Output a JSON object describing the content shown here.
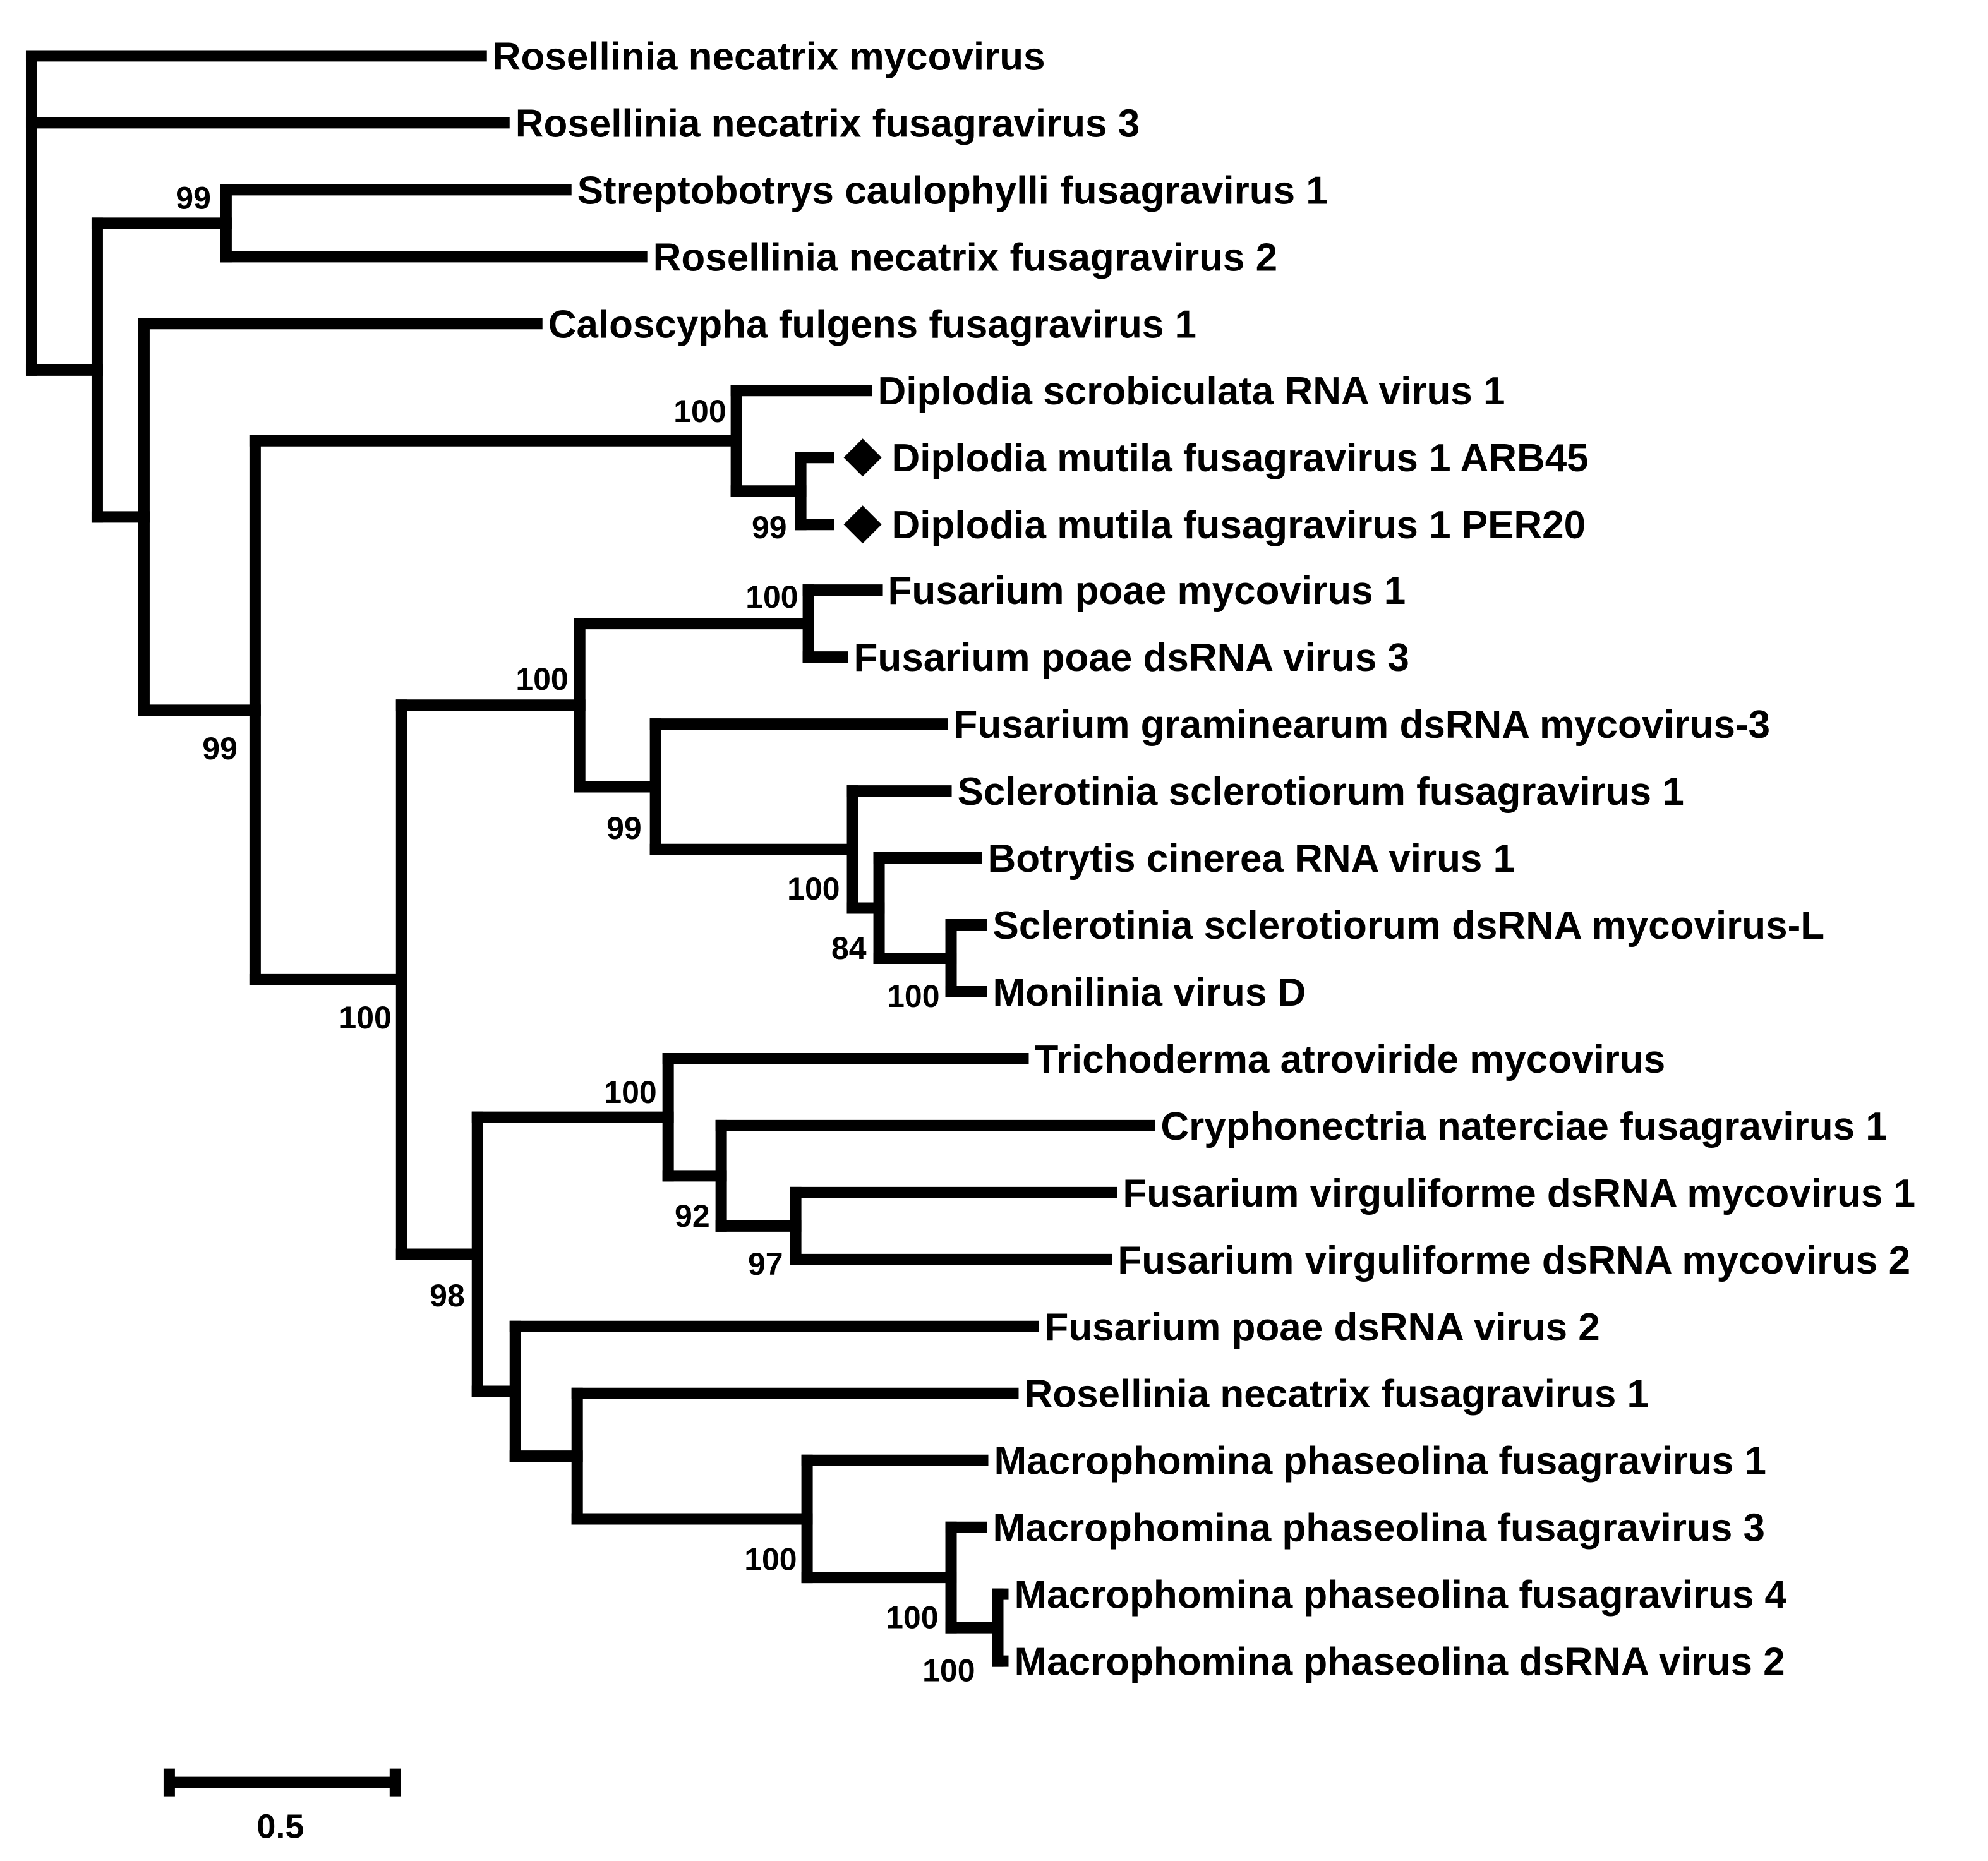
{
  "tree": {
    "marker_color": "#000000",
    "taxa": [
      {
        "id": "t1",
        "label": "Rosellinia necatrix mycovirus",
        "marked": false
      },
      {
        "id": "t2",
        "label": "Rosellinia necatrix fusagravirus 3",
        "marked": false
      },
      {
        "id": "t3",
        "label": "Streptobotrys caulophylli fusagravirus 1",
        "marked": false
      },
      {
        "id": "t4",
        "label": "Rosellinia necatrix fusagravirus 2",
        "marked": false
      },
      {
        "id": "t5",
        "label": "Caloscypha fulgens fusagravirus 1",
        "marked": false
      },
      {
        "id": "t6",
        "label": "Diplodia scrobiculata RNA virus 1",
        "marked": false
      },
      {
        "id": "t7",
        "label": "Diplodia mutila fusagravirus 1 ARB45",
        "marked": true
      },
      {
        "id": "t8",
        "label": "Diplodia mutila fusagravirus 1 PER20",
        "marked": true
      },
      {
        "id": "t9",
        "label": "Fusarium poae mycovirus 1",
        "marked": false
      },
      {
        "id": "t10",
        "label": "Fusarium poae dsRNA virus 3",
        "marked": false
      },
      {
        "id": "t11",
        "label": "Fusarium graminearum dsRNA mycovirus-3",
        "marked": false
      },
      {
        "id": "t12",
        "label": "Sclerotinia sclerotiorum fusagravirus 1",
        "marked": false
      },
      {
        "id": "t13",
        "label": "Botrytis cinerea RNA virus 1",
        "marked": false
      },
      {
        "id": "t14",
        "label": "Sclerotinia sclerotiorum dsRNA mycovirus-L",
        "marked": false
      },
      {
        "id": "t15",
        "label": "Monilinia virus D",
        "marked": false
      },
      {
        "id": "t16",
        "label": "Trichoderma atroviride mycovirus",
        "marked": false
      },
      {
        "id": "t17",
        "label": "Cryphonectria naterciae fusagravirus 1",
        "marked": false
      },
      {
        "id": "t18",
        "label": "Fusarium virguliforme dsRNA mycovirus 1",
        "marked": false
      },
      {
        "id": "t19",
        "label": "Fusarium virguliforme dsRNA mycovirus 2",
        "marked": false
      },
      {
        "id": "t20",
        "label": "Fusarium poae dsRNA virus 2",
        "marked": false
      },
      {
        "id": "t21",
        "label": "Rosellinia necatrix fusagravirus 1",
        "marked": false
      },
      {
        "id": "t22",
        "label": "Macrophomina phaseolina fusagravirus 1",
        "marked": false
      },
      {
        "id": "t23",
        "label": "Macrophomina phaseolina fusagravirus 3",
        "marked": false
      },
      {
        "id": "t24",
        "label": "Macrophomina phaseolina fusagravirus 4",
        "marked": false
      },
      {
        "id": "t25",
        "label": "Macrophomina phaseolina dsRNA virus 2",
        "marked": false
      }
    ],
    "clades": [
      {
        "id": "c_root",
        "support": ""
      },
      {
        "id": "c_strepto",
        "support": "99"
      },
      {
        "id": "c_big",
        "support": ""
      },
      {
        "id": "c_calo",
        "support": "99"
      },
      {
        "id": "c_main",
        "support": ""
      },
      {
        "id": "c_dip",
        "support": "100"
      },
      {
        "id": "c_dipmut",
        "support": "99"
      },
      {
        "id": "c_A",
        "support": "100"
      },
      {
        "id": "c_fpoae",
        "support": "100"
      },
      {
        "id": "c_fusclade",
        "support": "100"
      },
      {
        "id": "c_fgram",
        "support": "99"
      },
      {
        "id": "c_scler",
        "support": "100"
      },
      {
        "id": "c_botry",
        "support": "84"
      },
      {
        "id": "c_monil",
        "support": "100"
      },
      {
        "id": "c_trich",
        "support": "100"
      },
      {
        "id": "c_cryph",
        "support": "92"
      },
      {
        "id": "c_fvirg",
        "support": "97"
      },
      {
        "id": "c_B",
        "support": "98"
      },
      {
        "id": "c_fp2",
        "support": ""
      },
      {
        "id": "c_rn1",
        "support": ""
      },
      {
        "id": "c_macro",
        "support": "100"
      },
      {
        "id": "c_macro3",
        "support": "100"
      },
      {
        "id": "c_macro4",
        "support": "100"
      }
    ],
    "scale_bar": {
      "label": "0.5",
      "value": 0.5
    }
  }
}
